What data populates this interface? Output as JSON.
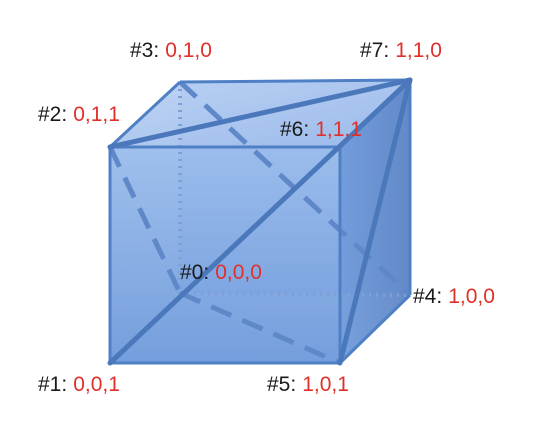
{
  "colors": {
    "coord": "#e0302a",
    "face_fill": "#5b8fd9",
    "edge": "#4f7fc4",
    "hidden_edge": "#6690cc",
    "diag_line": "#4a78bb"
  },
  "vertices": [
    {
      "name": "#0:",
      "coord": "0,0,0"
    },
    {
      "name": "#1:",
      "coord": "0,0,1"
    },
    {
      "name": "#2:",
      "coord": "0,1,1"
    },
    {
      "name": "#3:",
      "coord": "0,1,0"
    },
    {
      "name": "#4:",
      "coord": "1,0,0"
    },
    {
      "name": "#5:",
      "coord": "1,0,1"
    },
    {
      "name": "#6:",
      "coord": "1,1,1"
    },
    {
      "name": "#7:",
      "coord": "1,1,0"
    }
  ]
}
